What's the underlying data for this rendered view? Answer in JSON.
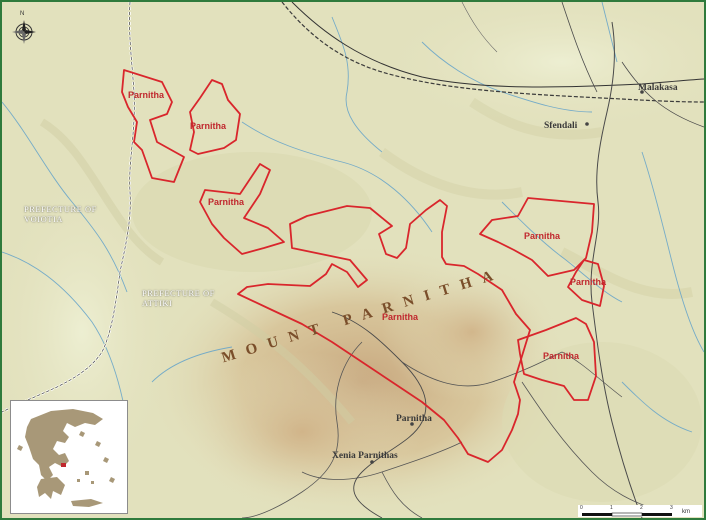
{
  "map": {
    "sites": [
      {
        "id": "nw1",
        "label": "Parnitha"
      },
      {
        "id": "nw2",
        "label": "Parnitha"
      },
      {
        "id": "w",
        "label": "Parnitha"
      },
      {
        "id": "main",
        "label": "Parnitha"
      },
      {
        "id": "e1",
        "label": "Parnitha"
      },
      {
        "id": "e2",
        "label": "Parnitha"
      },
      {
        "id": "e3",
        "label": "Parnitha"
      }
    ],
    "places": {
      "malakasa": "Malakasa",
      "sfendali": "Sfendali",
      "parnitha_village": "Parnitha",
      "xenia": "Xenia Parnithas"
    },
    "prefectures": {
      "voiotia": "PREFECTURE OF VOIOTIA",
      "attiki": "PREFECTURE OF ATTIKI"
    },
    "mountain_label": "MOUNT PARNITHA",
    "compass": {
      "north": "N"
    },
    "scale": {
      "ticks": [
        "0",
        "1",
        "2",
        "3"
      ],
      "unit": "km"
    },
    "colors": {
      "site_boundary": "#d9262c",
      "terrain_base": "#e4e2bf",
      "terrain_peak": "#c9a77e",
      "river": "#6aa6c9",
      "frame": "#2f7a3c",
      "greece_land": "#a89878"
    }
  }
}
